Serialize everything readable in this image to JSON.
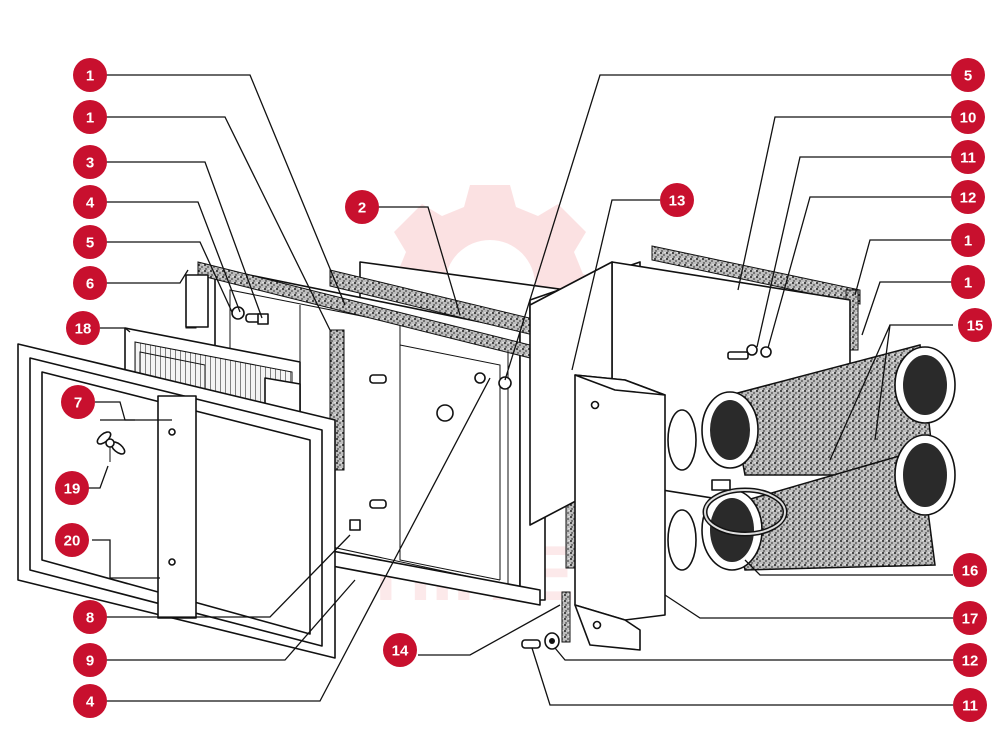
{
  "colors": {
    "badge": "#c8102e",
    "badge_text": "#ffffff",
    "watermark": "#e8333b"
  },
  "watermark": {
    "text": "HIITEX"
  },
  "callouts": [
    {
      "id": "c-left-1a",
      "label": "1"
    },
    {
      "id": "c-left-1b",
      "label": "1"
    },
    {
      "id": "c-left-3",
      "label": "3"
    },
    {
      "id": "c-left-4a",
      "label": "4"
    },
    {
      "id": "c-left-5",
      "label": "5"
    },
    {
      "id": "c-left-6",
      "label": "6"
    },
    {
      "id": "c-left-18",
      "label": "18"
    },
    {
      "id": "c-left-7",
      "label": "7"
    },
    {
      "id": "c-left-19",
      "label": "19"
    },
    {
      "id": "c-left-20",
      "label": "20"
    },
    {
      "id": "c-left-8",
      "label": "8"
    },
    {
      "id": "c-left-9",
      "label": "9"
    },
    {
      "id": "c-left-4b",
      "label": "4"
    },
    {
      "id": "c-mid-2",
      "label": "2"
    },
    {
      "id": "c-mid-13",
      "label": "13"
    },
    {
      "id": "c-mid-14",
      "label": "14"
    },
    {
      "id": "c-right-5",
      "label": "5"
    },
    {
      "id": "c-right-10",
      "label": "10"
    },
    {
      "id": "c-right-11a",
      "label": "11"
    },
    {
      "id": "c-right-12a",
      "label": "12"
    },
    {
      "id": "c-right-1a",
      "label": "1"
    },
    {
      "id": "c-right-1b",
      "label": "1"
    },
    {
      "id": "c-right-15",
      "label": "15"
    },
    {
      "id": "c-right-16",
      "label": "16"
    },
    {
      "id": "c-right-17",
      "label": "17"
    },
    {
      "id": "c-right-12b",
      "label": "12"
    },
    {
      "id": "c-right-11b",
      "label": "11"
    }
  ]
}
